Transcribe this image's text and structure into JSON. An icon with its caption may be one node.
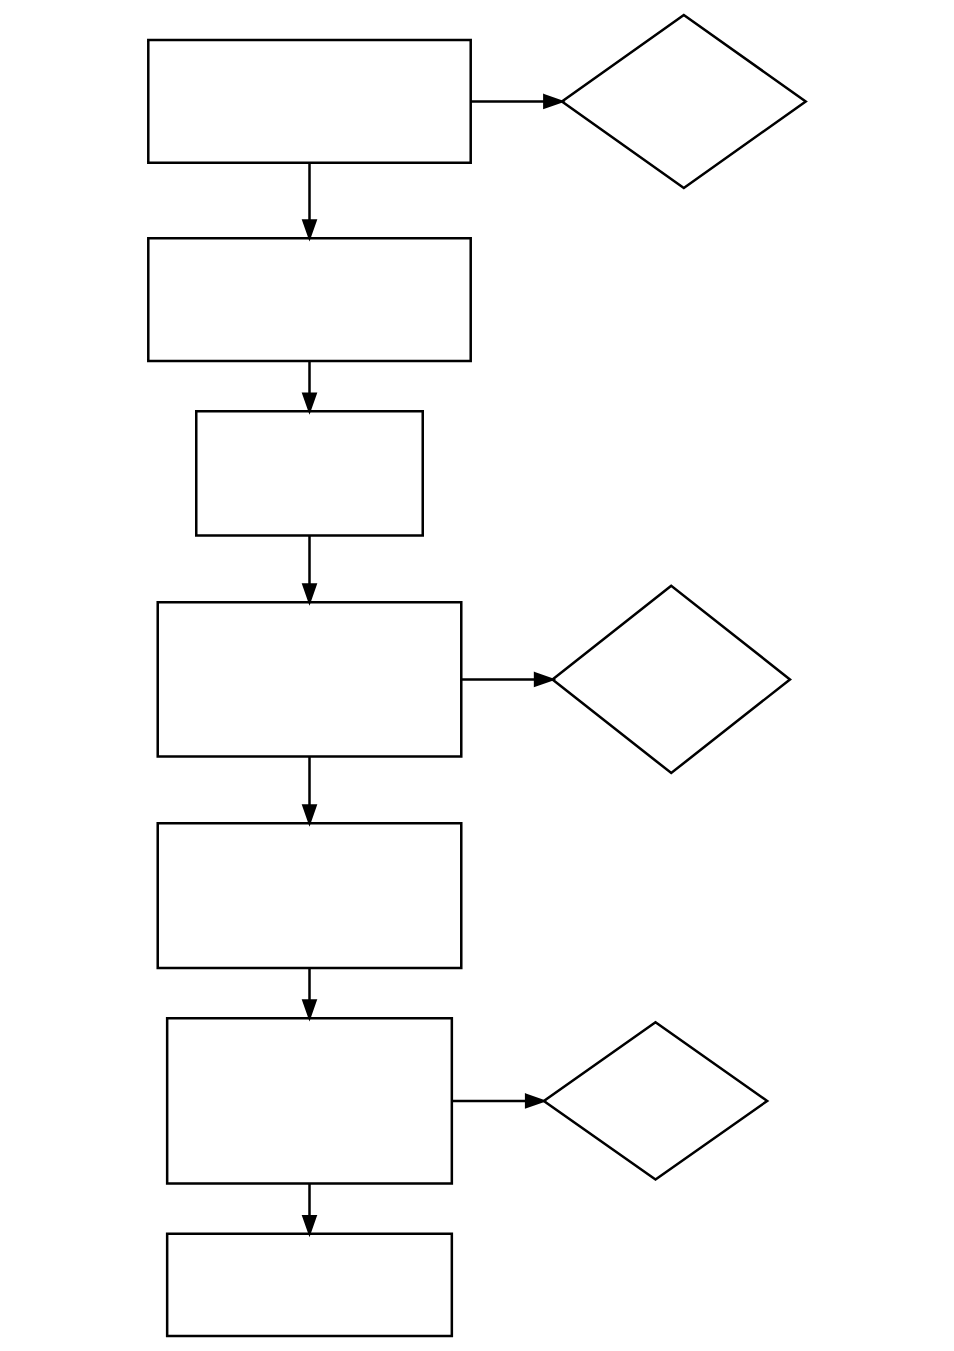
{
  "diagram": {
    "nodes": [
      {
        "text": [],
        "shape": "box"
      },
      {
        "text": [],
        "shape": "diamond"
      },
      {
        "text": [],
        "shape": "box"
      },
      {
        "text": [],
        "shape": "box"
      },
      {
        "text": [],
        "shape": "box"
      },
      {
        "text": [],
        "shape": "diamond"
      },
      {
        "text": [],
        "shape": "box"
      },
      {
        "text": [],
        "shape": "box"
      },
      {
        "text": [],
        "shape": "diamond"
      },
      {
        "text": [],
        "shape": "box"
      }
    ],
    "edges": [
      {
        "from": 0,
        "to": 1,
        "arrow": "to"
      },
      {
        "from": 0,
        "to": 2,
        "arrow": "to"
      },
      {
        "from": 2,
        "to": 3,
        "arrow": "to"
      },
      {
        "from": 3,
        "to": 4,
        "arrow": "to"
      },
      {
        "from": 4,
        "to": 5,
        "arrow": "to"
      },
      {
        "from": 4,
        "to": 6,
        "arrow": "to"
      },
      {
        "from": 6,
        "to": 7,
        "arrow": "to"
      },
      {
        "from": 7,
        "to": 8,
        "arrow": "to"
      },
      {
        "from": 7,
        "to": 9,
        "arrow": "to"
      }
    ]
  }
}
